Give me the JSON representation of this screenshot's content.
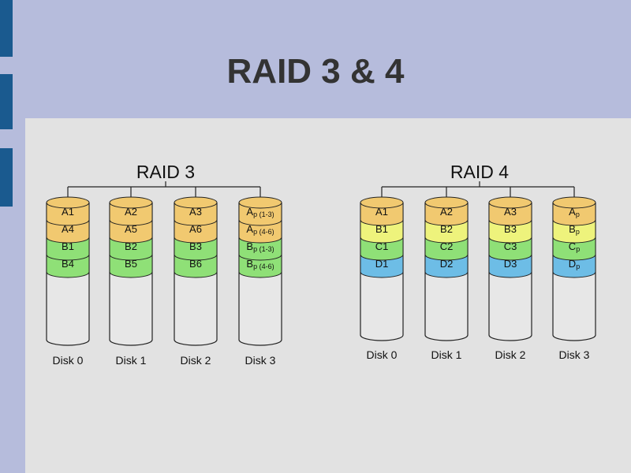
{
  "slide": {
    "title": "RAID 3 & 4"
  },
  "colors": {
    "background": "#b6bcdc",
    "content_panel": "#e2e2e2",
    "accent": "#1a5a8f",
    "block_orange": "#f1c970",
    "block_yellow": "#eef37c",
    "block_green": "#8fe077",
    "block_blue": "#6dbde6",
    "disk_body": "#e7e7e7"
  },
  "raid3": {
    "title": "RAID 3",
    "disks": [
      {
        "label": "Disk 0",
        "blocks": [
          {
            "main": "A1",
            "sub": "",
            "color": "block_orange"
          },
          {
            "main": "A4",
            "sub": "",
            "color": "block_orange"
          },
          {
            "main": "B1",
            "sub": "",
            "color": "block_green"
          },
          {
            "main": "B4",
            "sub": "",
            "color": "block_green"
          }
        ]
      },
      {
        "label": "Disk 1",
        "blocks": [
          {
            "main": "A2",
            "sub": "",
            "color": "block_orange"
          },
          {
            "main": "A5",
            "sub": "",
            "color": "block_orange"
          },
          {
            "main": "B2",
            "sub": "",
            "color": "block_green"
          },
          {
            "main": "B5",
            "sub": "",
            "color": "block_green"
          }
        ]
      },
      {
        "label": "Disk 2",
        "blocks": [
          {
            "main": "A3",
            "sub": "",
            "color": "block_orange"
          },
          {
            "main": "A6",
            "sub": "",
            "color": "block_orange"
          },
          {
            "main": "B3",
            "sub": "",
            "color": "block_green"
          },
          {
            "main": "B6",
            "sub": "",
            "color": "block_green"
          }
        ]
      },
      {
        "label": "Disk 3",
        "blocks": [
          {
            "main": "A",
            "sub": "p (1-3)",
            "color": "block_orange"
          },
          {
            "main": "A",
            "sub": "p (4-6)",
            "color": "block_orange"
          },
          {
            "main": "B",
            "sub": "p (1-3)",
            "color": "block_green"
          },
          {
            "main": "B",
            "sub": "p (4-6)",
            "color": "block_green"
          }
        ]
      }
    ]
  },
  "raid4": {
    "title": "RAID 4",
    "disks": [
      {
        "label": "Disk 0",
        "blocks": [
          {
            "main": "A1",
            "sub": "",
            "color": "block_orange"
          },
          {
            "main": "B1",
            "sub": "",
            "color": "block_yellow"
          },
          {
            "main": "C1",
            "sub": "",
            "color": "block_green"
          },
          {
            "main": "D1",
            "sub": "",
            "color": "block_blue"
          }
        ]
      },
      {
        "label": "Disk 1",
        "blocks": [
          {
            "main": "A2",
            "sub": "",
            "color": "block_orange"
          },
          {
            "main": "B2",
            "sub": "",
            "color": "block_yellow"
          },
          {
            "main": "C2",
            "sub": "",
            "color": "block_green"
          },
          {
            "main": "D2",
            "sub": "",
            "color": "block_blue"
          }
        ]
      },
      {
        "label": "Disk 2",
        "blocks": [
          {
            "main": "A3",
            "sub": "",
            "color": "block_orange"
          },
          {
            "main": "B3",
            "sub": "",
            "color": "block_yellow"
          },
          {
            "main": "C3",
            "sub": "",
            "color": "block_green"
          },
          {
            "main": "D3",
            "sub": "",
            "color": "block_blue"
          }
        ]
      },
      {
        "label": "Disk 3",
        "blocks": [
          {
            "main": "A",
            "sub": "p",
            "color": "block_orange"
          },
          {
            "main": "B",
            "sub": "p",
            "color": "block_yellow"
          },
          {
            "main": "C",
            "sub": "p",
            "color": "block_green"
          },
          {
            "main": "D",
            "sub": "p",
            "color": "block_blue"
          }
        ]
      }
    ]
  }
}
